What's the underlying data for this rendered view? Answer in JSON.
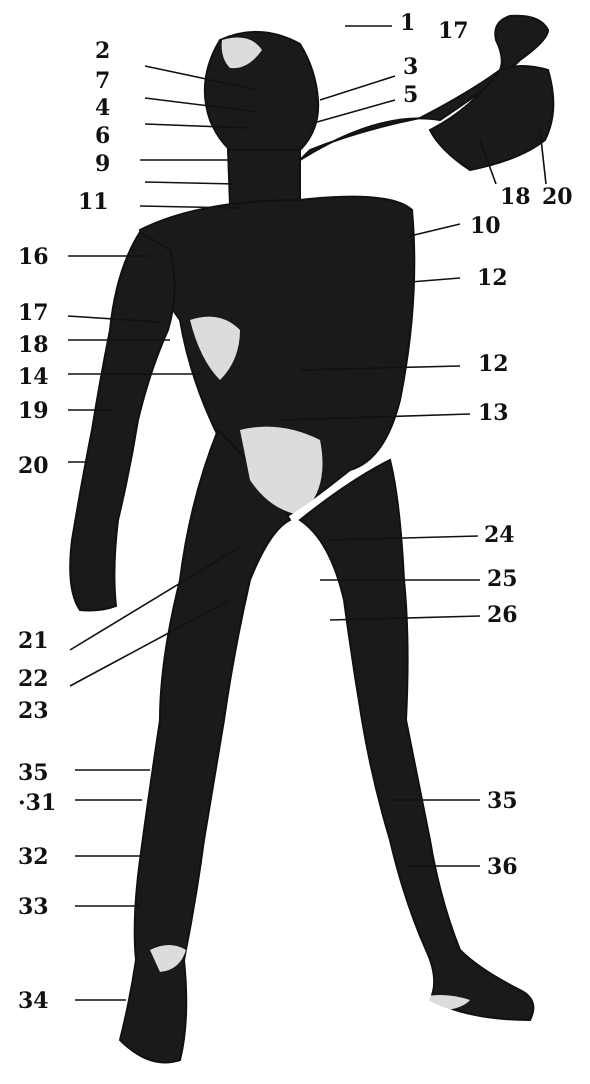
{
  "labels": {
    "n1": "1",
    "n17a": "17",
    "n2": "2",
    "n3": "3",
    "n7": "7",
    "n5": "5",
    "n4": "4",
    "n6": "6",
    "n9": "9",
    "n11": "11",
    "n18a": "18",
    "n20a": "20",
    "n10": "10",
    "n16": "16",
    "n12a": "12",
    "n17b": "17",
    "n18b": "18",
    "n14": "14",
    "n12b": "12",
    "n19": "19",
    "n13": "13",
    "n20b": "20",
    "n24": "24",
    "n25": "25",
    "n26": "26",
    "n21": "21",
    "n22": "22",
    "n23": "23",
    "n35a": "35",
    "n31": "·31",
    "n35b": "35",
    "n32": "32",
    "n36": "36",
    "n33": "33",
    "n34": "34"
  },
  "colors": {
    "ink": "#111111",
    "muscle": "#1a1a1a",
    "highlight": "#e8e8e8"
  }
}
